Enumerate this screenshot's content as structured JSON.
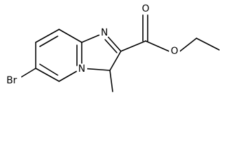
{
  "molecule": {
    "atoms": {
      "nitrogen_imine": "N",
      "nitrogen_bridge": "N",
      "bromine": "Br",
      "oxygen_carbonyl": "O",
      "oxygen_ester": "O"
    },
    "colors": {
      "bonds": "#000000",
      "labels": "#000000",
      "background": "#ffffff"
    }
  }
}
